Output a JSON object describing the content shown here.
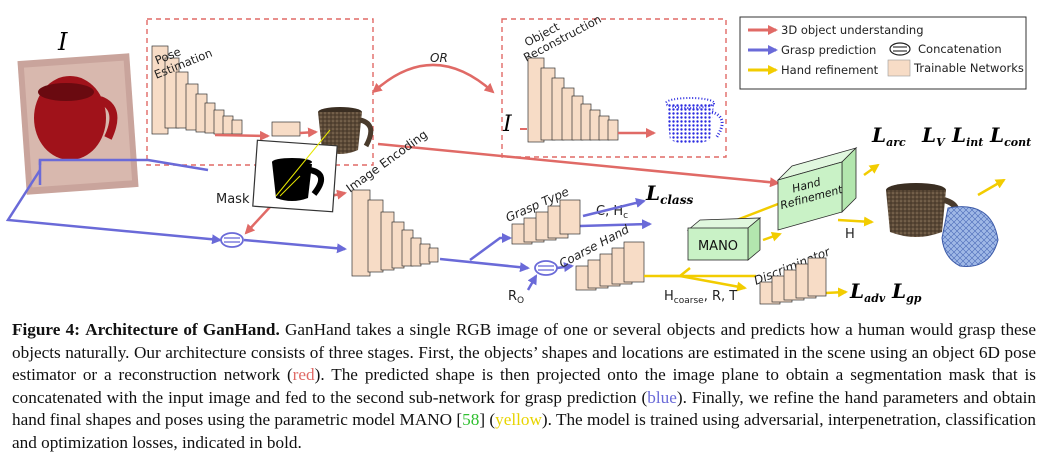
{
  "figure": {
    "input_label": "I",
    "pose_estimation_label": [
      "Pose",
      "Estimation"
    ],
    "object_reconstruction_label": [
      "Object",
      "Reconstruction"
    ],
    "or_label": "OR",
    "recon_input_label": "I",
    "image_encoding_label": "Image Encoding",
    "mask_label": "Mask",
    "grasp_type_label": "Grasp Type",
    "coarse_hand_label": "Coarse Hand",
    "c_hc_label": "C, H",
    "c_hc_sub": "c",
    "class_loss_label": "L",
    "class_loss_sub": "class",
    "r0_label": "R",
    "r0_sub": "O",
    "mano_label": "MANO",
    "hand_refinement_label": [
      "Hand",
      "Refinement"
    ],
    "h_label": "H",
    "discriminator_label": "Discriminator",
    "hcoarse_label": "H",
    "hcoarse_sub": "coarse",
    "hcoarse_rest": ", R, T",
    "top_losses": [
      {
        "main": "L",
        "sub": "arc"
      },
      {
        "main": "L",
        "sub": "V"
      },
      {
        "main": "L",
        "sub": "int"
      },
      {
        "main": "L",
        "sub": "cont"
      }
    ],
    "bottom_losses": [
      {
        "main": "L",
        "sub": "adv"
      },
      {
        "main": "L",
        "sub": "gp"
      }
    ]
  },
  "legend": {
    "items": [
      {
        "label": "3D object understanding",
        "color": "#e06a66",
        "kind": "arrow"
      },
      {
        "label": "Grasp prediction",
        "color": "#6a6ad8",
        "kind": "arrow"
      },
      {
        "label": "Concatenation",
        "kind": "concat"
      },
      {
        "label": "Hand refinement",
        "color": "#f2cc00",
        "kind": "arrow"
      },
      {
        "label": "Trainable Networks",
        "color": "#f7dcc6",
        "kind": "box"
      }
    ]
  },
  "caption": {
    "figure_label": "Figure 4:",
    "title": "Architecture of GanHand.",
    "seg1": " GanHand takes a single RGB image of one or several objects and predicts how a human would grasp these objects naturally. Our architecture consists of three stages. First, the objects’ shapes and locations are estimated in the scene using an object 6D pose estimator or a reconstruction network (",
    "red_word": "red",
    "seg2": "). The predicted shape is then projected onto the image plane to obtain a segmentation mask that is concatenated with the input image and fed to the second sub-network for grasp prediction (",
    "blue_word": "blue",
    "seg3": "). Finally, we refine the hand parameters and obtain hand final shapes and poses using the parametric model MANO [",
    "ref": "58",
    "seg4": "] (",
    "yellow_word": "yellow",
    "seg5": "). The model is trained using adversarial, interpenetration, classification and optimization losses, indicated in bold."
  },
  "colors": {
    "red": "#e06a66",
    "blue": "#6a6ad8",
    "yellow": "#f2cc00",
    "green": "#2fbf2f",
    "trainable": "#f7dcc6",
    "mano_box": "#c9f2c6"
  }
}
